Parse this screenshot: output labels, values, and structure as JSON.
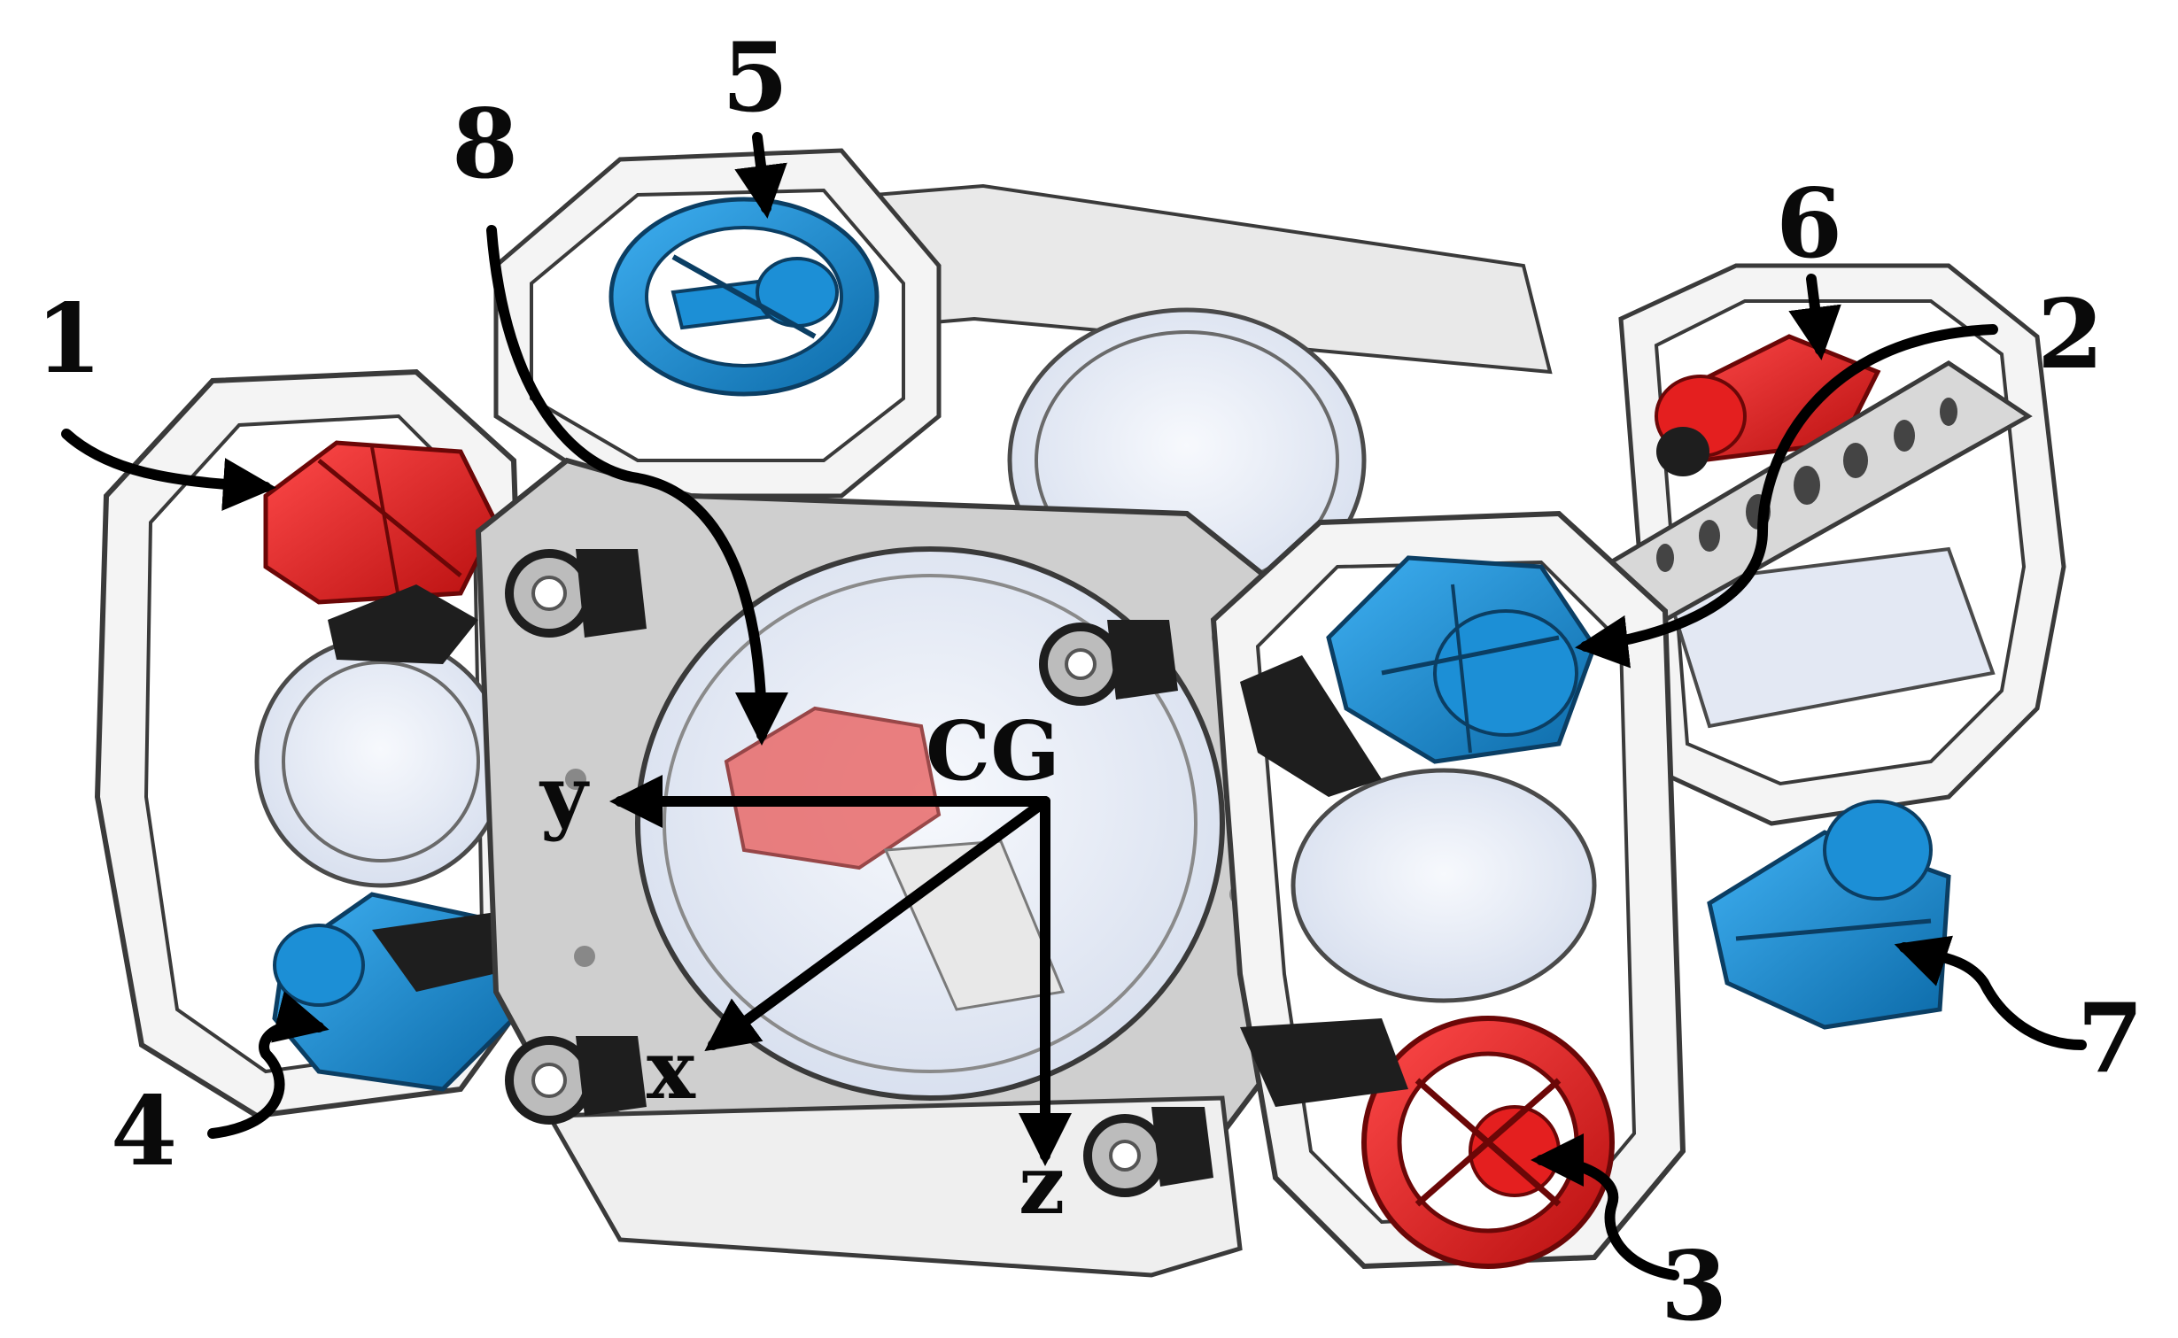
{
  "labels": {
    "t1": "1",
    "t2": "2",
    "t3": "3",
    "t4": "4",
    "t5": "5",
    "t6": "6",
    "t7": "7",
    "t8": "8"
  },
  "axes": {
    "origin": "CG",
    "x": "x",
    "y": "y",
    "z": "z"
  },
  "colors": {
    "frame_fill": "#f2f2f2",
    "frame_stroke": "#3a3a3a",
    "plate_fill": "#cfcfcf",
    "thruster_red": "#e41f1f",
    "thruster_blue": "#1c8fd6",
    "motor_black": "#1e1e1e",
    "hull_glass": "#e6ecf7",
    "arrow": "#000000"
  }
}
